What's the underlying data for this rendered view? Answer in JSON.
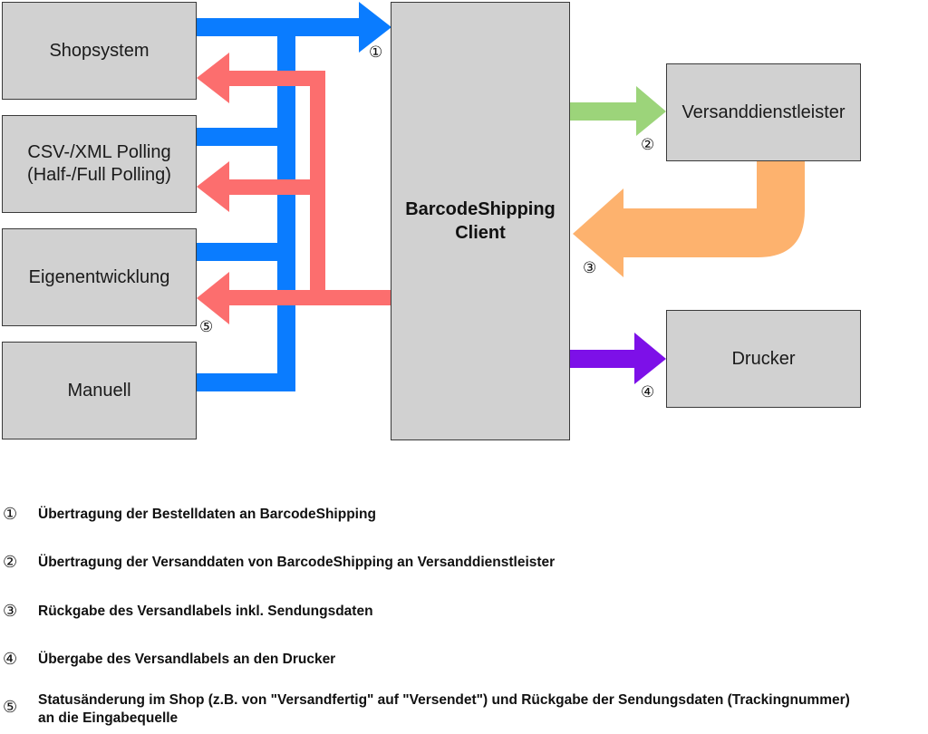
{
  "diagram": {
    "boxes": {
      "shopsystem": "Shopsystem",
      "polling": "CSV-/XML Polling\n(Half-/Full Polling)",
      "eigen": "Eigenentwicklung",
      "manuell": "Manuell",
      "client": "BarcodeShipping\nClient",
      "versand": "Versanddienstleister",
      "drucker": "Drucker"
    },
    "markers": {
      "m1": "①",
      "m2": "②",
      "m3": "③",
      "m4": "④",
      "m5": "⑤"
    },
    "colors": {
      "box_fill": "#d1d1d1",
      "blue_flow": "#0a7cff",
      "red_flow": "#fc6e6e",
      "green_flow": "#9cd47a",
      "orange_flow": "#fdb26e",
      "purple_flow": "#7d10e8"
    },
    "icons": [
      "cloud-logo-icon"
    ]
  },
  "legend": [
    {
      "num": "①",
      "text": "Übertragung der Bestelldaten an BarcodeShipping"
    },
    {
      "num": "②",
      "text": "Übertragung der Versanddaten von BarcodeShipping an Versanddienstleister"
    },
    {
      "num": "③",
      "text": "Rückgabe des  Versandlabels inkl. Sendungsdaten"
    },
    {
      "num": "④",
      "text": "Übergabe des Versandlabels an den Drucker"
    },
    {
      "num": "⑤",
      "text": "Statusänderung im Shop (z.B. von \"Versandfertig\" auf \"Versendet\") und Rückgabe der Sendungsdaten (Trackingnummer) an die Eingabequelle"
    }
  ]
}
